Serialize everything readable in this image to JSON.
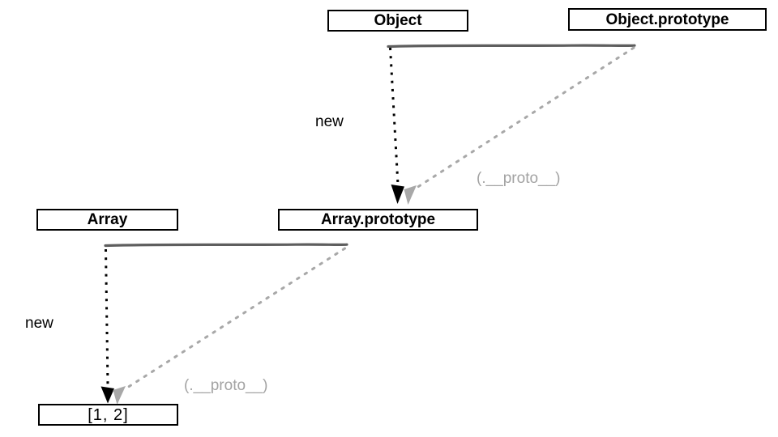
{
  "diagram": {
    "background": "#ffffff",
    "colors": {
      "box_border": "#000000",
      "box_text": "#000000",
      "sketch_line": "#5e5e5e",
      "new_arrow": "#000000",
      "proto_arrow": "#a8a8a8",
      "proto_label": "#a3a3a3",
      "new_label": "#000000"
    },
    "nodes": {
      "object": {
        "label": "Object"
      },
      "object_prototype": {
        "label": "Object.prototype"
      },
      "array": {
        "label": "Array"
      },
      "array_prototype": {
        "label": "Array.prototype"
      },
      "array_instance": {
        "label": "[1, 2]"
      }
    },
    "edges": {
      "new_top": {
        "label": "new",
        "from": "Object",
        "to": "Array.prototype",
        "style": "dotted-black"
      },
      "proto_top": {
        "label": "(.__proto__)",
        "from": "Object.prototype",
        "to": "Array.prototype",
        "style": "dotted-gray"
      },
      "new_bottom": {
        "label": "new",
        "from": "Array",
        "to": "[1, 2]",
        "style": "dotted-black"
      },
      "proto_bottom": {
        "label": "(.__proto__)",
        "from": "Array.prototype",
        "to": "[1, 2]",
        "style": "dotted-gray"
      }
    }
  }
}
